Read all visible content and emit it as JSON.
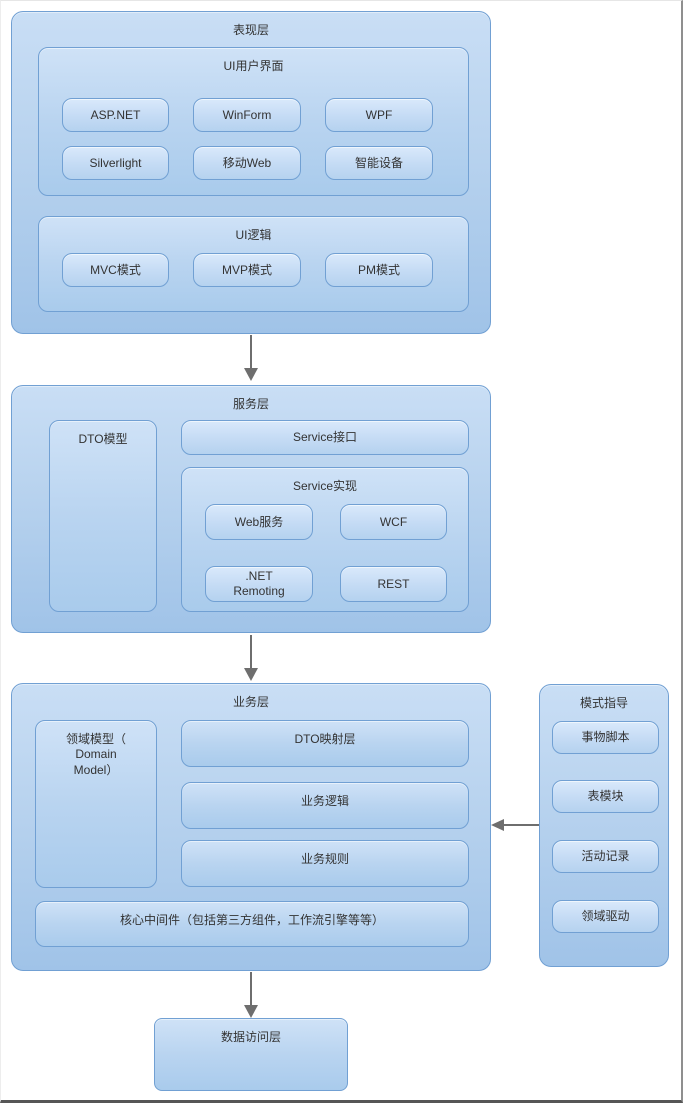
{
  "colors": {
    "box_border": "#71a0d3",
    "layer_fill_top": "#c9def5",
    "layer_fill_bottom": "#a0c3e8",
    "button_fill_top": "#d9e9fb",
    "button_fill_bottom": "#b5d2ef",
    "arrow": "#6e6e6e",
    "text": "#333333",
    "frame_border_right": "#8f8f8f",
    "frame_border_bottom": "#565656"
  },
  "presentation": {
    "title": "表现层",
    "ui_interface": {
      "title": "UI用户界面",
      "items": [
        "ASP.NET",
        "WinForm",
        "WPF",
        "Silverlight",
        "移动Web",
        "智能设备"
      ]
    },
    "ui_logic": {
      "title": "UI逻辑",
      "items": [
        "MVC模式",
        "MVP模式",
        "PM模式"
      ]
    }
  },
  "service": {
    "title": "服务层",
    "dto_model": "DTO模型",
    "interface_label": "Service接口",
    "implementation": {
      "title": "Service实现",
      "items": [
        "Web服务",
        "WCF",
        ".NET Remoting",
        "REST"
      ]
    }
  },
  "business": {
    "title": "业务层",
    "domain_model_lines": [
      "领域模型（",
      "Domain",
      "Model）"
    ],
    "items": [
      "DTO映射层",
      "业务逻辑",
      "业务规则"
    ],
    "core_middleware": "核心中间件（包括第三方组件，工作流引擎等等）"
  },
  "pattern_guidance": {
    "title": "模式指导",
    "items": [
      "事物脚本",
      "表模块",
      "活动记录",
      "领域驱动"
    ]
  },
  "data_access": {
    "title": "数据访问层"
  }
}
